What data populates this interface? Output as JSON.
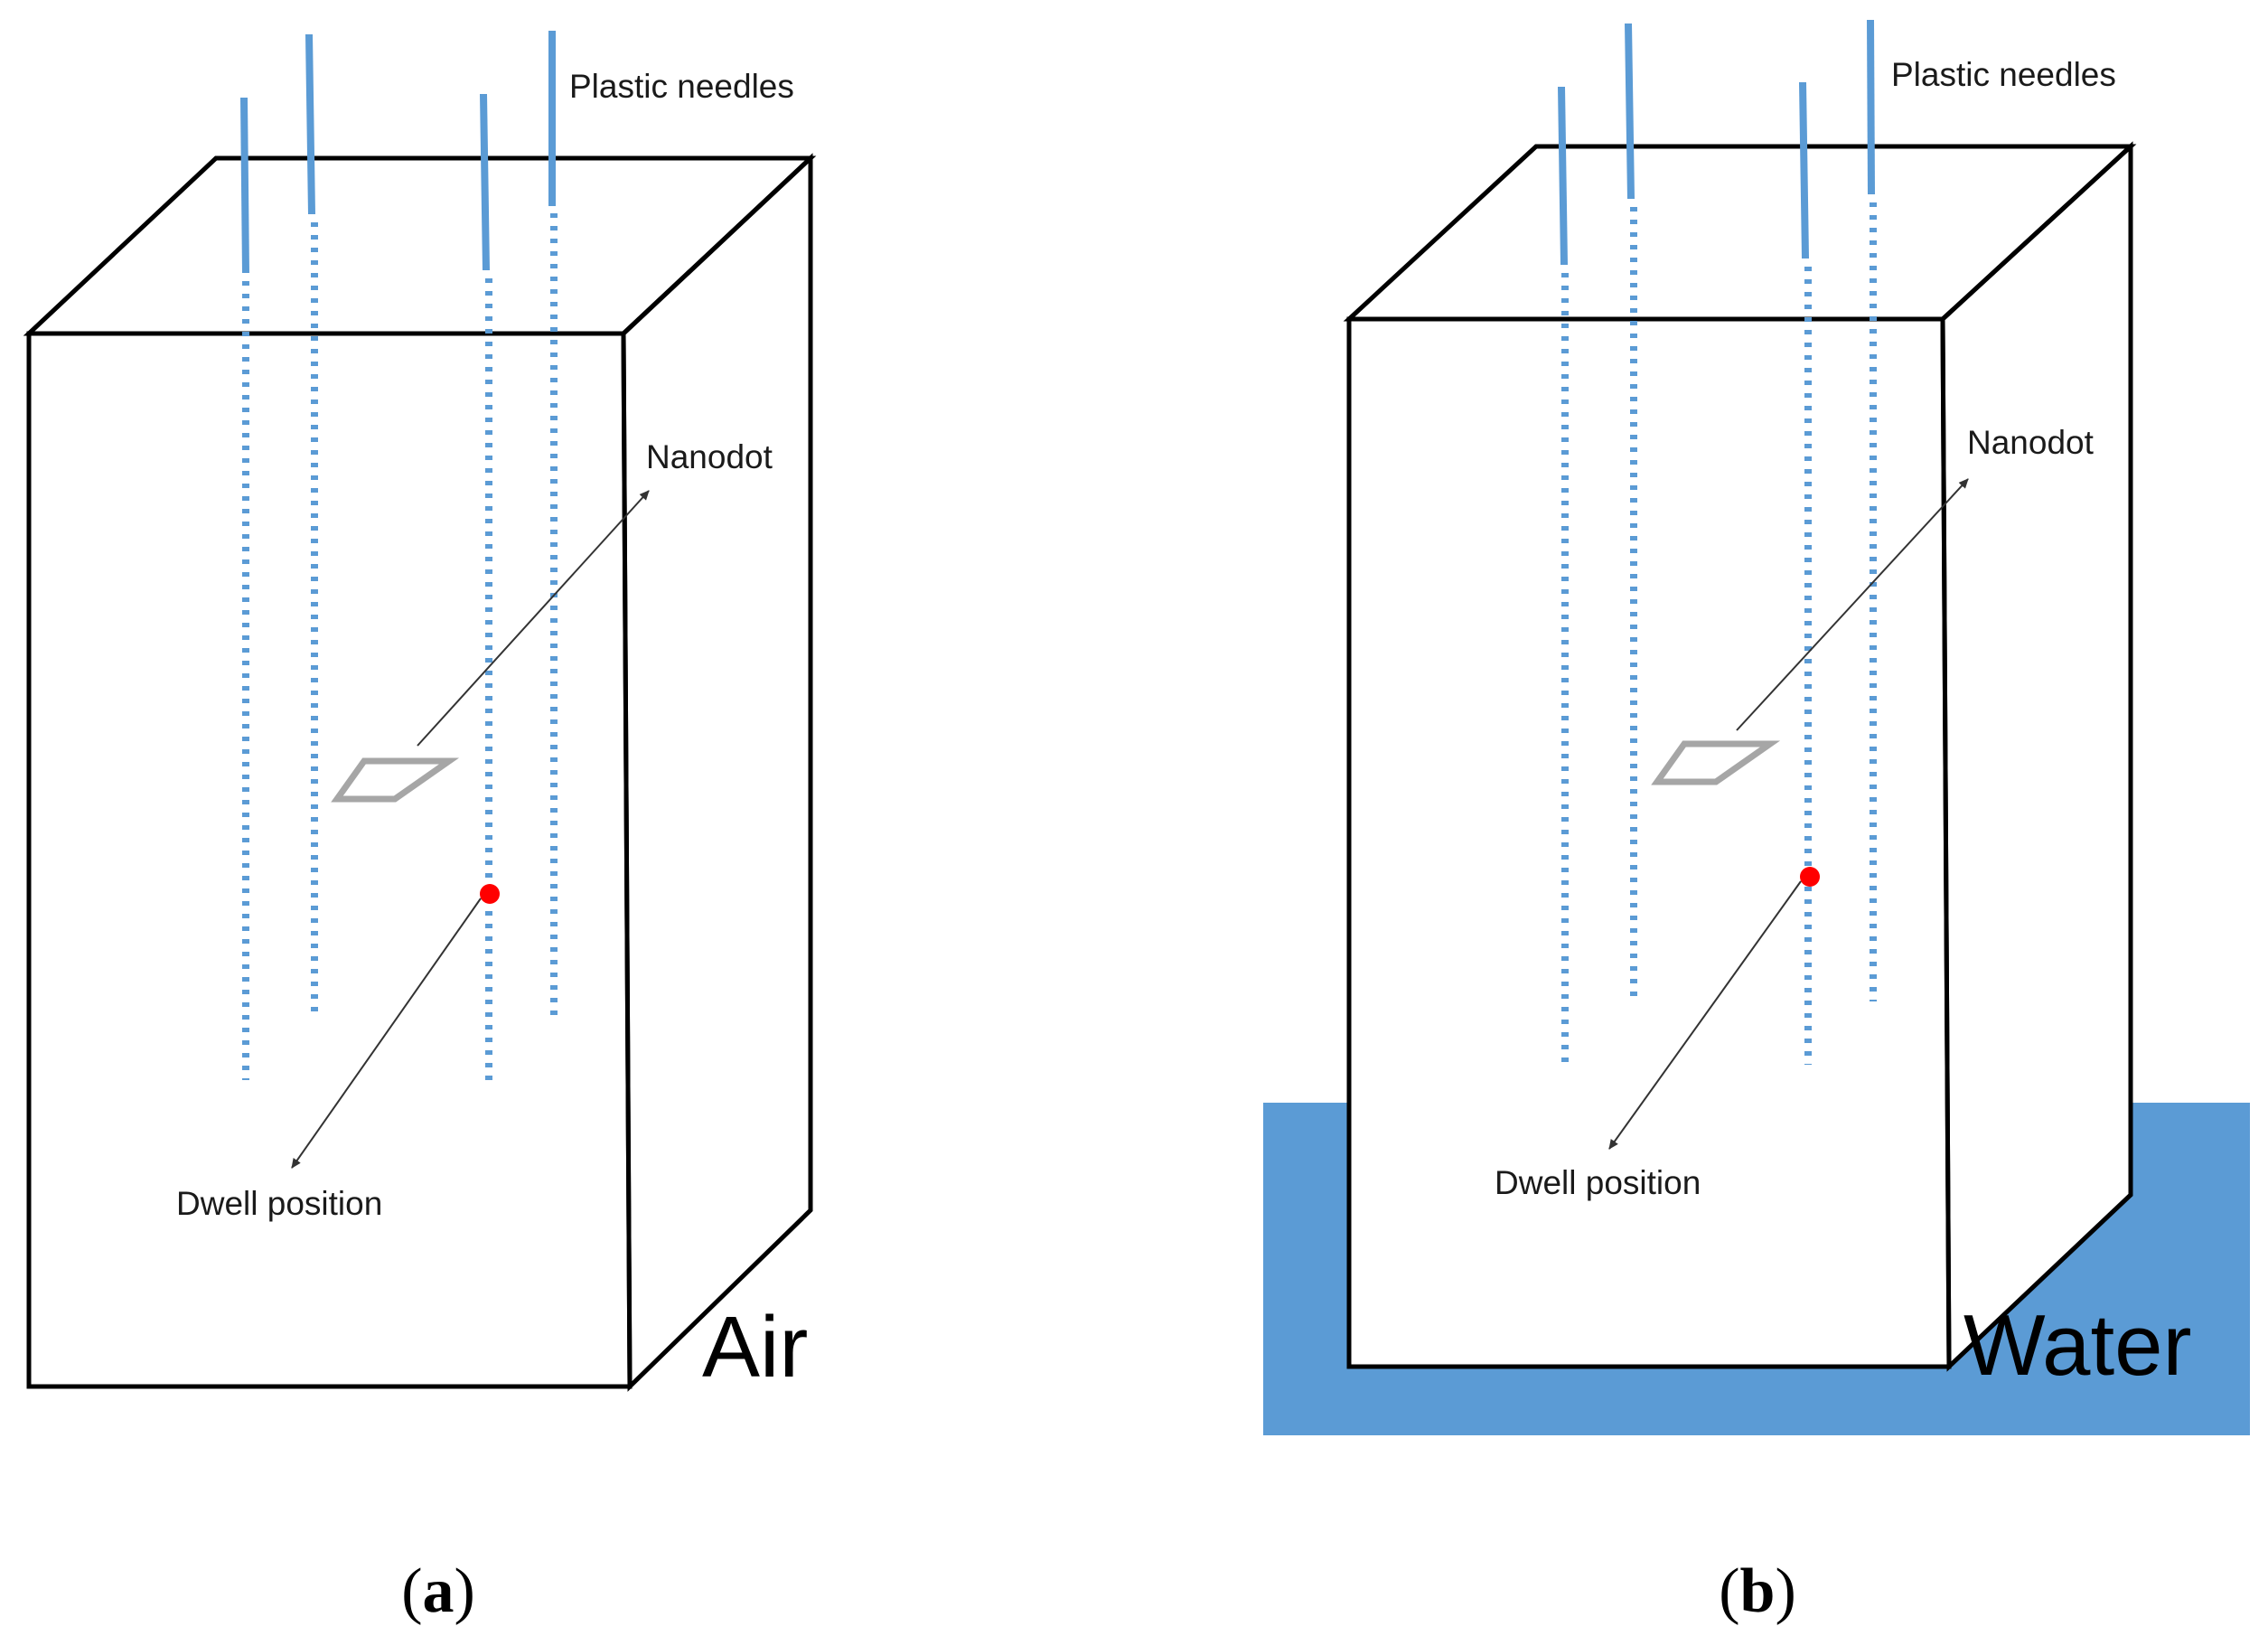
{
  "colors": {
    "needle": "#5B9BD5",
    "water": "#5B9BD5",
    "dwell_point": "#FF0000",
    "nanodot": "#A6A6A6",
    "outline": "#000000"
  },
  "panels": [
    {
      "caption_open": "(",
      "caption_letter": "a",
      "caption_close": ")",
      "medium": "Air",
      "needles_label": "Plastic needles",
      "nanodot_label": "Nanodot",
      "dwell_label": "Dwell position",
      "has_water": false
    },
    {
      "caption_open": "(",
      "caption_letter": "b",
      "caption_close": ")",
      "medium": "Water",
      "needles_label": "Plastic needles",
      "nanodot_label": "Nanodot",
      "dwell_label": "Dwell position",
      "has_water": true
    }
  ]
}
